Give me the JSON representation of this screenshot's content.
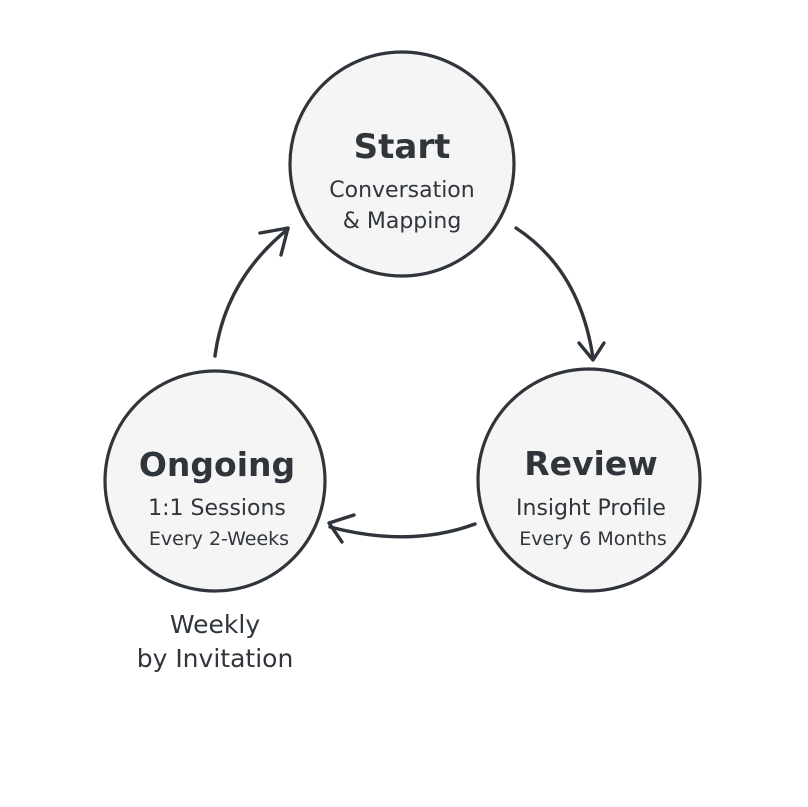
{
  "colors": {
    "background": "#ffffff",
    "node_fill": "#f5f5f5",
    "stroke": "#2f353b",
    "text": "#2f353b"
  },
  "nodes": [
    {
      "id": "start",
      "title": "Start",
      "lines": [
        "Conversation",
        "& Mapping"
      ]
    },
    {
      "id": "review",
      "title": "Review",
      "lines": [
        "Insight Profile",
        "Every 6 Months"
      ]
    },
    {
      "id": "ongoing",
      "title": "Ongoing",
      "lines": [
        "1:1 Sessions",
        "Every 2-Weeks"
      ]
    }
  ],
  "edges": [
    {
      "from": "start",
      "to": "review"
    },
    {
      "from": "review",
      "to": "ongoing"
    },
    {
      "from": "ongoing",
      "to": "start"
    }
  ],
  "note": {
    "lines": [
      "Weekly",
      "by Invitation"
    ]
  }
}
